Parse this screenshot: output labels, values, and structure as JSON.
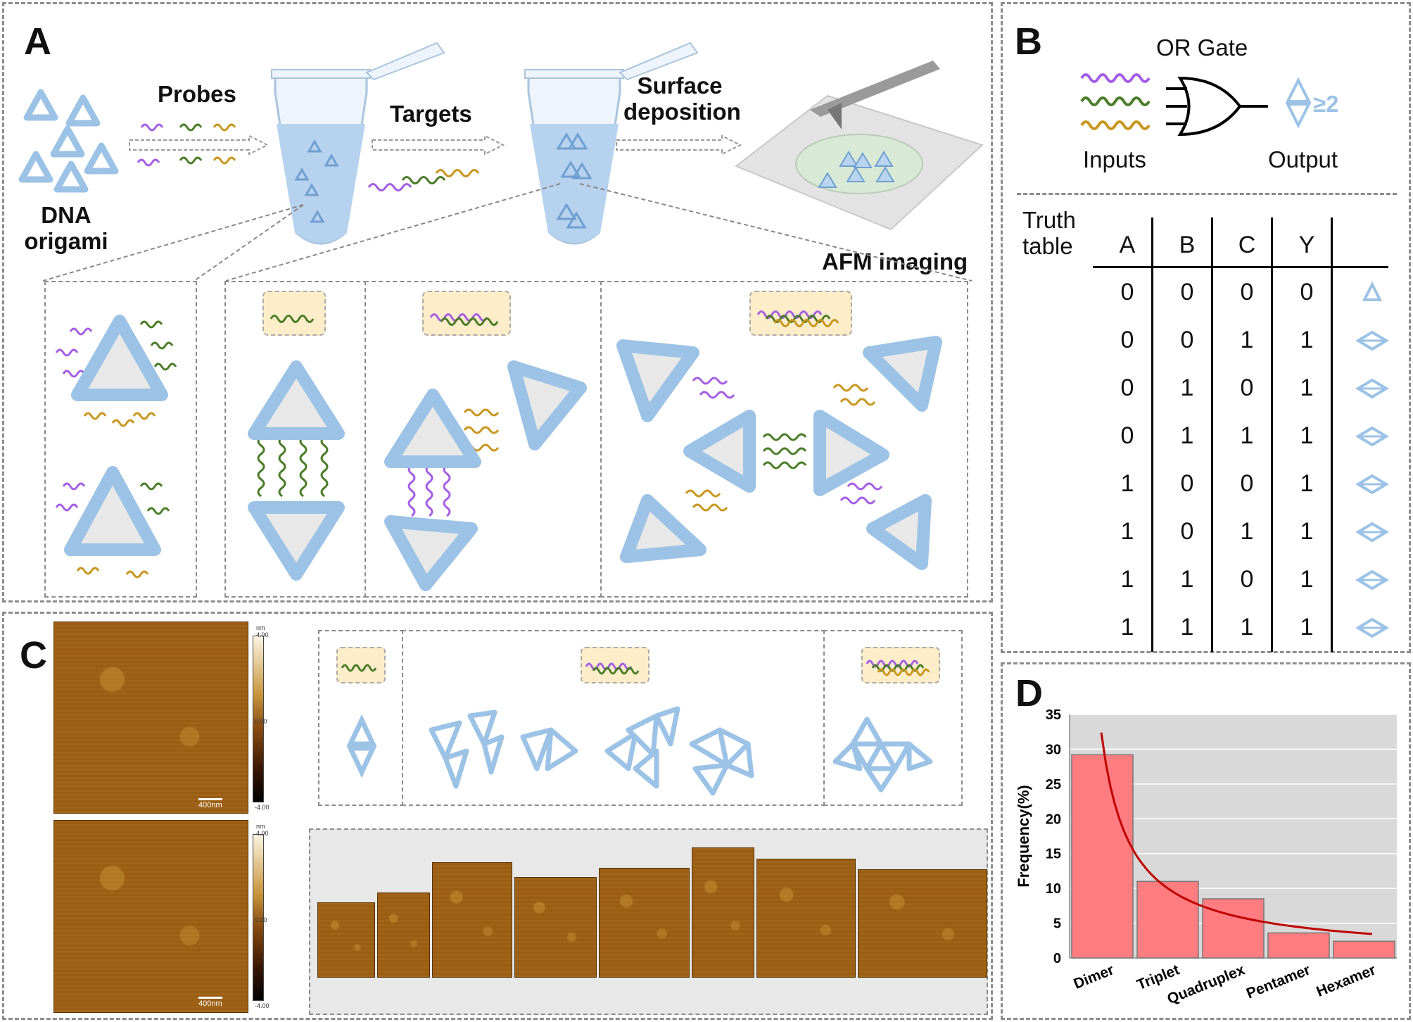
{
  "panel_a": {
    "label": "A",
    "dna_origami": "DNA\norigami",
    "probes": "Probes",
    "targets": "Targets",
    "surface_deposition": "Surface\ndeposition",
    "afm_imaging": "AFM imaging"
  },
  "panel_b": {
    "label": "B",
    "gate_title": "OR Gate",
    "inputs": "Inputs",
    "output": "Output",
    "output_symbol": "≥2",
    "truth_table_label": "Truth\ntable",
    "headers": [
      "A",
      "B",
      "C",
      "Y"
    ],
    "rows": [
      [
        "0",
        "0",
        "0",
        "0"
      ],
      [
        "0",
        "0",
        "1",
        "1"
      ],
      [
        "0",
        "1",
        "0",
        "1"
      ],
      [
        "0",
        "1",
        "1",
        "1"
      ],
      [
        "1",
        "0",
        "0",
        "1"
      ],
      [
        "1",
        "0",
        "1",
        "1"
      ],
      [
        "1",
        "1",
        "0",
        "1"
      ],
      [
        "1",
        "1",
        "1",
        "1"
      ]
    ]
  },
  "panel_c": {
    "label": "C",
    "colorbar_top": "nm\n4.00",
    "colorbar_mid": "0.00",
    "colorbar_bot": "-4.00",
    "scalebar": "400nm"
  },
  "panel_d": {
    "label": "D"
  },
  "colors": {
    "origami": "#9cc3e6",
    "purple": "#a45ee5",
    "green": "#4a7c28",
    "gold": "#c8961e",
    "bar": "#ff7c80",
    "curve": "#c00000"
  },
  "chart_data": {
    "type": "bar",
    "categories": [
      "Dimer",
      "Triplet",
      "Quadruplex",
      "Pentamer",
      "Hexamer"
    ],
    "values": [
      29.2,
      11.0,
      8.5,
      3.6,
      2.4
    ],
    "ylabel": "Frequency(%)",
    "ylim": [
      0,
      35
    ],
    "yticks": [
      0,
      5,
      10,
      15,
      20,
      25,
      30,
      35
    ],
    "grid": true,
    "fit_curve": "decay"
  }
}
